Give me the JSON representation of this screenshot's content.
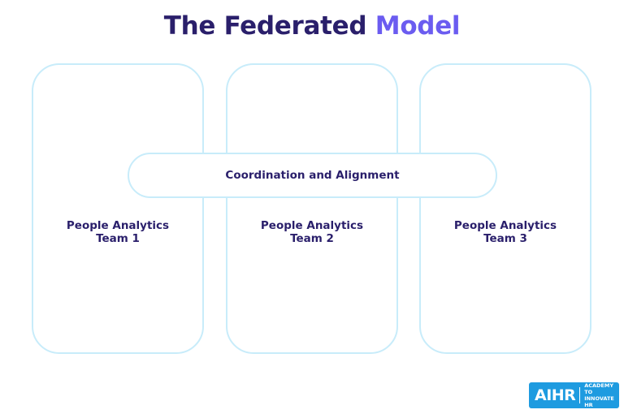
{
  "title": {
    "main": "The Federated ",
    "accent": "Model"
  },
  "coordination": {
    "label": "Coordination and Alignment"
  },
  "teams": [
    {
      "line1": "People Analytics",
      "line2": "Team 1"
    },
    {
      "line1": "People Analytics",
      "line2": "Team 2"
    },
    {
      "line1": "People Analytics",
      "line2": "Team 3"
    }
  ],
  "logo": {
    "main": "AIHR",
    "sub_line1": "ACADEMY TO",
    "sub_line2": "INNOVATE HR"
  },
  "colors": {
    "title": "#2a1f6b",
    "accent": "#6b5cf0",
    "border": "#c8ecfa",
    "logo_bg": "#1e9be0"
  }
}
